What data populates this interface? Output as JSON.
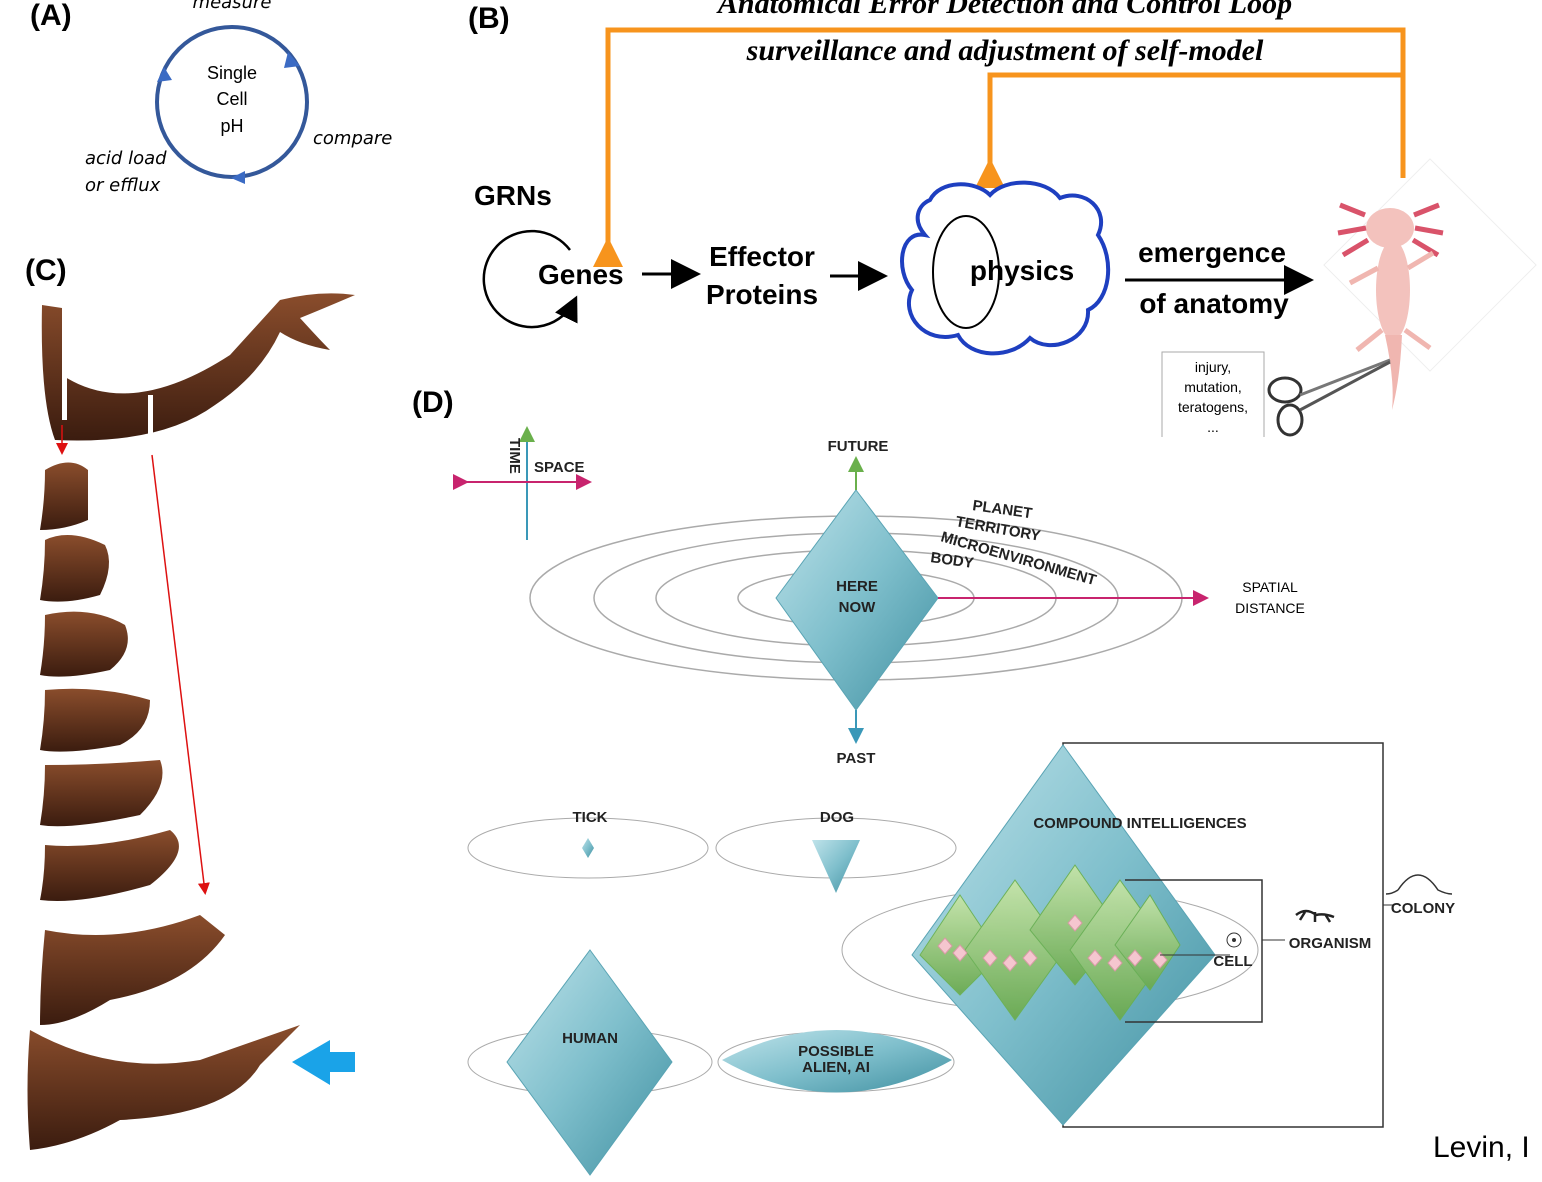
{
  "panel_a": {
    "label": "(A)",
    "measure": "measure",
    "center": [
      "Single",
      "Cell",
      "pH"
    ],
    "compare": "compare",
    "acid": [
      "acid load",
      "or efflux"
    ]
  },
  "panel_b": {
    "label": "(B)",
    "title": "Anatomical Error Detection and Control Loop",
    "subtitle": "surveillance and adjustment of self-model",
    "grns": "GRNs",
    "genes": "Genes",
    "effector": [
      "Effector",
      "Proteins"
    ],
    "physics": "physics",
    "emergence": [
      "emergence",
      "of anatomy"
    ],
    "perturbations": [
      "injury,",
      "mutation,",
      "teratogens,",
      "..."
    ]
  },
  "panel_c": {
    "label": "(C)"
  },
  "panel_d": {
    "label": "(D)",
    "time": "TIME",
    "space": "SPACE",
    "future": "FUTURE",
    "past": "PAST",
    "here_now": [
      "HERE",
      "NOW"
    ],
    "scales": [
      "PLANET",
      "TERRITORY",
      "MICROENVIRONMENT",
      "BODY"
    ],
    "spatial_distance": [
      "SPATIAL",
      "DISTANCE"
    ],
    "tick": "TICK",
    "dog": "DOG",
    "human": "HUMAN",
    "alien": [
      "POSSIBLE",
      "ALIEN, AI"
    ],
    "compound": "COMPOUND INTELLIGENCES",
    "cell": "CELL",
    "organism": "ORGANISM",
    "colony": "COLONY"
  },
  "credit": "Levin, I",
  "colors": {
    "orange": "#f7941d",
    "loop_blue": "#34589a",
    "cloud_blue": "#1e3fc0",
    "magenta": "#c8246e",
    "teal": "#5aa4b4",
    "green": "#6ab04c",
    "limb": "#5a2e1a",
    "blue_arrow": "#1aa3e8"
  }
}
